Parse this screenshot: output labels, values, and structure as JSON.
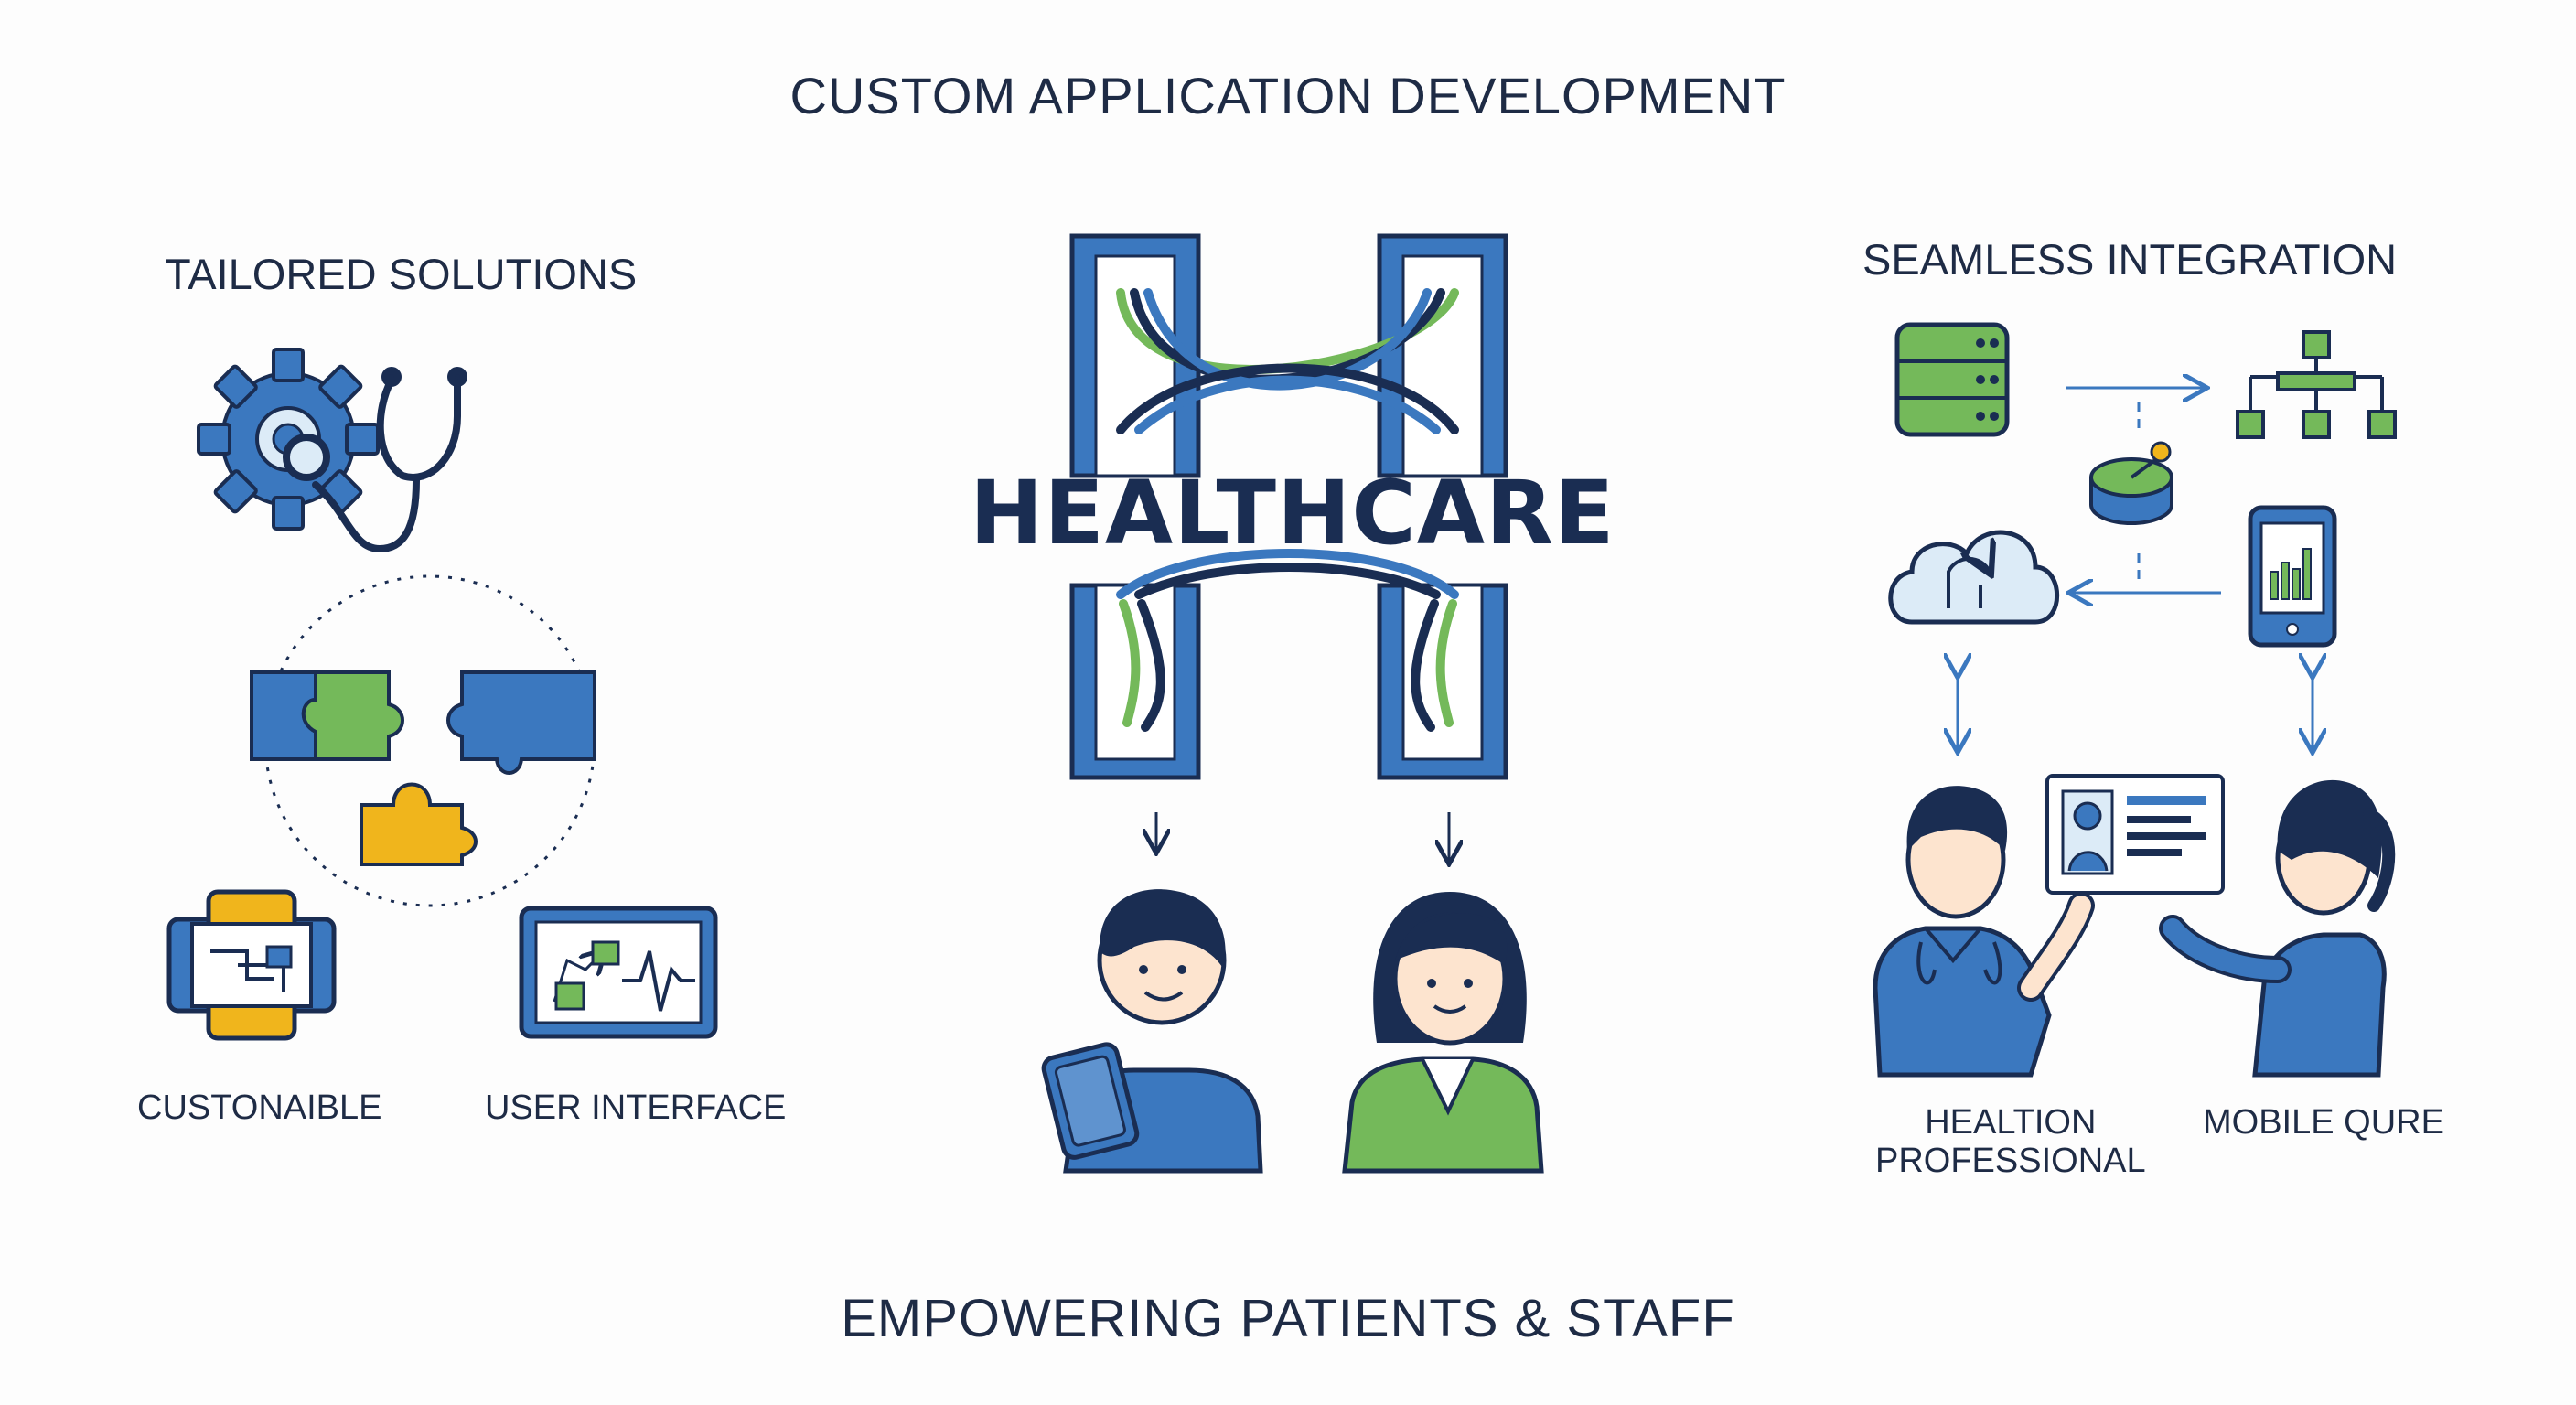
{
  "title": "CUSTOM APPLICATION DEVELOPMENT",
  "footer": "EMPOWERING PATIENTS & STAFF",
  "center": {
    "brand": "HEALTHCARE"
  },
  "left": {
    "heading": "TAILORED SOLUTIONS",
    "labels": {
      "customizable": "CUSTONAIBLE",
      "ui": "USER INTERFACE"
    }
  },
  "right": {
    "heading": "SEAMLESS INTEGRATION",
    "labels": {
      "professional_line1": "HEALTION",
      "professional_line2": "PROFESSIONAL",
      "mobile": "MOBILE QURE"
    }
  },
  "colors": {
    "navy": "#1a2d52",
    "blue": "#3b78bf",
    "green": "#74b95a",
    "yellow": "#f0b51c",
    "light_blue": "#dcebf7"
  },
  "icons": [
    "gear-icon",
    "stethoscope-icon",
    "puzzle-icon",
    "customizable-icon",
    "ui-monitor-icon",
    "database-icon",
    "hierarchy-icon",
    "dial-icon",
    "cloud-sync-icon",
    "tablet-chart-icon",
    "patient-card-icon",
    "arrow-icon"
  ]
}
